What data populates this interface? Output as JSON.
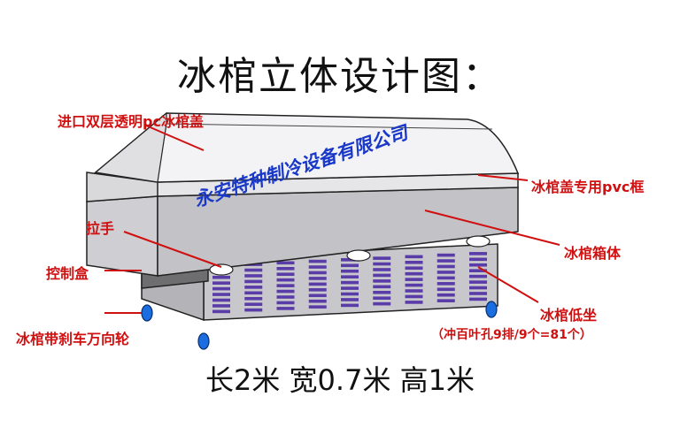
{
  "title": "冰棺立体设计图：",
  "dimensions": "长2米 宽0.7米 高1米",
  "watermark": "永安特种制冷设备有限公司",
  "labels": {
    "lid": "进口双层透明pc冰棺盖",
    "lid_frame": "冰棺盖专用pvc框",
    "handle": "拉手",
    "box": "冰棺箱体",
    "control_box": "控制盒",
    "base": "冰棺低坐",
    "base_note": "（冲百叶孔9排/9个=81个）",
    "wheels": "冰棺带刹车万向轮"
  },
  "colors": {
    "label": "#d01010",
    "watermark": "#1a38c8",
    "body_gray": "#c8c8cc",
    "vent": "#5a3ca8",
    "wheel": "#1a6ee0"
  },
  "vents": {
    "rows": 9,
    "per_row": 9
  }
}
